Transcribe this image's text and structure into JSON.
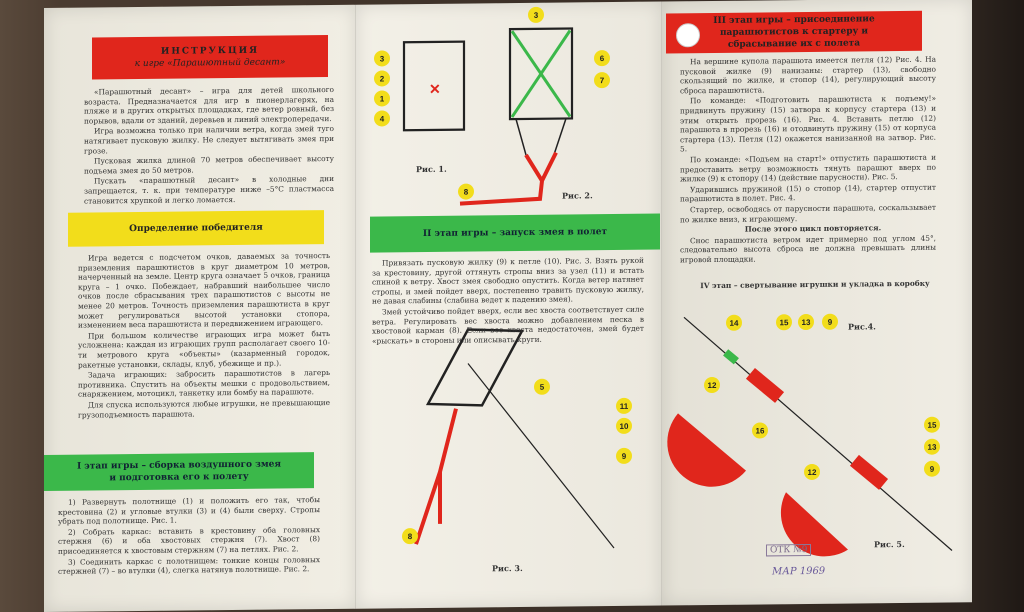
{
  "panel1": {
    "title_main": "ИНСТРУКЦИЯ",
    "title_sub": "к игре «Парашютный десант»",
    "intro": [
      "«Парашютный десант» – игра для детей школьного возраста. Предназначается для игр в пионерлагерях, на пляже и в других открытых площадках, где ветер ровный, без порывов, вдали от зданий, деревьев и линий электропередачи.",
      "Игра возможна только при наличии ветра, когда змей туго натягивает пусковую жилку. Не следует вытягивать змея при грозе.",
      "Пусковая жилка длиной 70 метров обеспечивает высоту подъема змея до 50 метров.",
      "Пускать «парашютный десант» в холодные дни запрещается, т. к. при температуре ниже –5°С пластмасса становится хрупкой и легко ломается."
    ],
    "winners_title": "Определение победителя",
    "winners": [
      "Игра ведется с подсчетом очков, даваемых за точность приземления парашютистов в круг диаметром 10 метров, начерченный на земле. Центр круга означает 5 очков, граница круга – 1 очко. Побеждает, набравший наибольшее число очков после сбрасывания трех парашютистов с высоты не менее 20 метров. Точность приземления парашютиста в круг может регулироваться высотой установки стопора, изменением веса парашютиста и передвижением играющего.",
      "При большом количестве играющих игра может быть усложнена: каждая из играющих групп располагает своего 10-ти метрового круга «объекты» (казарменный городок, ракетные установки, склады, клуб, убежище и пр.).",
      "Задача играющих: забросить парашютистов в лагерь противника. Спустить на объекты мешки с продовольствием, снаряжением, мотоцикл, танкетку или бомбу на парашюте.",
      "Для спуска используются любые игрушки, не превышающие грузоподъемность парашюта."
    ],
    "stage1_title": "I этап игры – сборка воздушного змея и подготовка его к полету",
    "stage1": [
      "1) Развернуть полотнище (1) и положить его так, чтобы крестовина (2) и угловые втулки (3) и (4) были сверху. Стропы убрать под полотнище. Рис. 1.",
      "2) Собрать каркас: вставить в крестовину оба головных стержня (6) и оба хвостовых стержня (7). Хвост (8) присоединяется к хвостовым стержням (7) на петлях. Рис. 2.",
      "3) Соединить каркас с полотнищем: тонкие концы головных стержней (7) – во втулки (4), слегка натянув полотнище. Рис. 2."
    ]
  },
  "panel2": {
    "fig1": "Рис. 1.",
    "fig2": "Рис. 2.",
    "fig3": "Рис. 3.",
    "stage2_title": "II этап игры – запуск змея в полет",
    "stage2": [
      "Привязать пусковую жилку (9) к петле (10). Рис. 3. Взять рукой за крестовину, другой оттянуть стропы вниз за узел (11) и встать спиной к ветру. Хвост змея свободно опустить. Когда ветер натянет стропы, и змей пойдет вверх, постепенно травить пусковую жилку, не давая слабины (слабина ведет к падению змея).",
      "Змей устойчиво пойдет вверх, если вес хвоста соответствует силе ветра. Регулировать вес хвоста можно добавлением песка в хвостовой карман (8). Если вес хвоста недостаточен, змей будет «рыскать» в стороны или описывать круги."
    ],
    "labels": [
      "3",
      "2",
      "1",
      "4",
      "3",
      "6",
      "7",
      "8",
      "5",
      "11",
      "10",
      "9",
      "8"
    ]
  },
  "panel3": {
    "stage3_title": "III этап игры – присоединение парашютистов к стартеру и сбрасывание их с полета",
    "stage3": [
      "На вершине купола парашюта имеется петля (12) Рис. 4. На пусковой жилке (9) нанизаны: стартер (13), свободно скользящий по жилке, и стопор (14), регулирующий высоту сброса парашютиста.",
      "По команде: «Подготовить парашютиста к подъему!» придвинуть пружину (15) затвора к корпусу стартера (13) и этим открыть прорезь (16). Рис. 4. Вставить петлю (12) парашюта в прорезь (16) и отодвинуть пружину (15) от корпуса стартера (13). Петля (12) окажется нанизанной на затвор. Рис. 5.",
      "По команде: «Подъем на старт!» отпустить парашютиста и предоставить ветру возможность тянуть парашют вверх по жилке (9) к стопору (14) (действие парусности). Рис. 5.",
      "Ударившись пружиной (15) о стопор (14), стартер отпустит парашютиста в полет. Рис. 4.",
      "Стартер, освободясь от парусности парашюта, соскальзывает по жилке вниз, к играющему."
    ],
    "repeat": "После этого цикл повторяется.",
    "tail": "Снос парашютиста ветром идет примерно под углом 45°, следовательно высота сброса не должна превышать длины игровой площадки.",
    "stage4_title": "IV этап – свертывание игрушки и укладка в коробку",
    "fig4": "Рис.4.",
    "fig5": "Рис. 5.",
    "labels": [
      "14",
      "15",
      "13",
      "9",
      "12",
      "16",
      "15",
      "13",
      "9",
      "12"
    ],
    "stamp": "ОТК №9",
    "hand": "МАР 1969"
  },
  "colors": {
    "red": "#e0261c",
    "yellow": "#f2dd1b",
    "green": "#3bb84a"
  }
}
